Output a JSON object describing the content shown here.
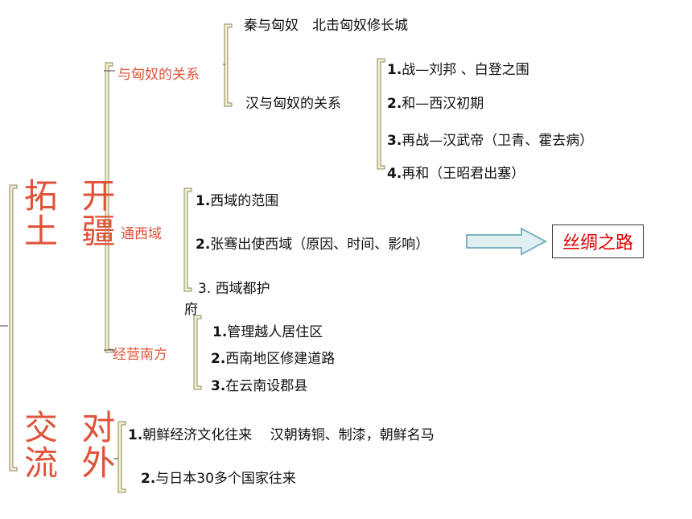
{
  "topics": {
    "expand": {
      "line1": "拓 开",
      "line2": "土 疆"
    },
    "exchange": {
      "line1": "交 对",
      "line2": "流 外"
    }
  },
  "branches": {
    "xiongnu": "与匈奴的关系",
    "west": "通西域",
    "south": "经营南方"
  },
  "xiongnu": {
    "qin": "秦与匈奴　北击匈奴修长城",
    "han": "汉与匈奴的关系",
    "han_items": [
      {
        "num": "1.",
        "text": "战—刘邦 、白登之围"
      },
      {
        "num": "2.",
        "text": "和—西汉初期"
      },
      {
        "num": "3.",
        "text": "再战—汉武帝（卫青、霍去病）"
      },
      {
        "num": "4.",
        "text": "再和（王昭君出塞）"
      }
    ]
  },
  "west": {
    "items": [
      {
        "num": "1.",
        "text": "西域的范围"
      },
      {
        "num": "2.",
        "text": "张骞出使西域（原因、时间、影响）"
      }
    ],
    "item3_a": "3. 西域都护",
    "item3_b": "府",
    "silk_road": "丝绸之路"
  },
  "south": {
    "items": [
      {
        "num": "1.",
        "text": "管理越人居住区"
      },
      {
        "num": "2.",
        "text": "西南地区修建道路"
      },
      {
        "num": "3.",
        "text": "在云南设郡县"
      }
    ]
  },
  "exchange": {
    "items": [
      {
        "num": "1.",
        "text": "朝鲜经济文化往来　 汉朝铸铜、制漆，朝鲜名马"
      },
      {
        "num": "2.",
        "text": "与日本30多个国家往来"
      }
    ]
  }
}
